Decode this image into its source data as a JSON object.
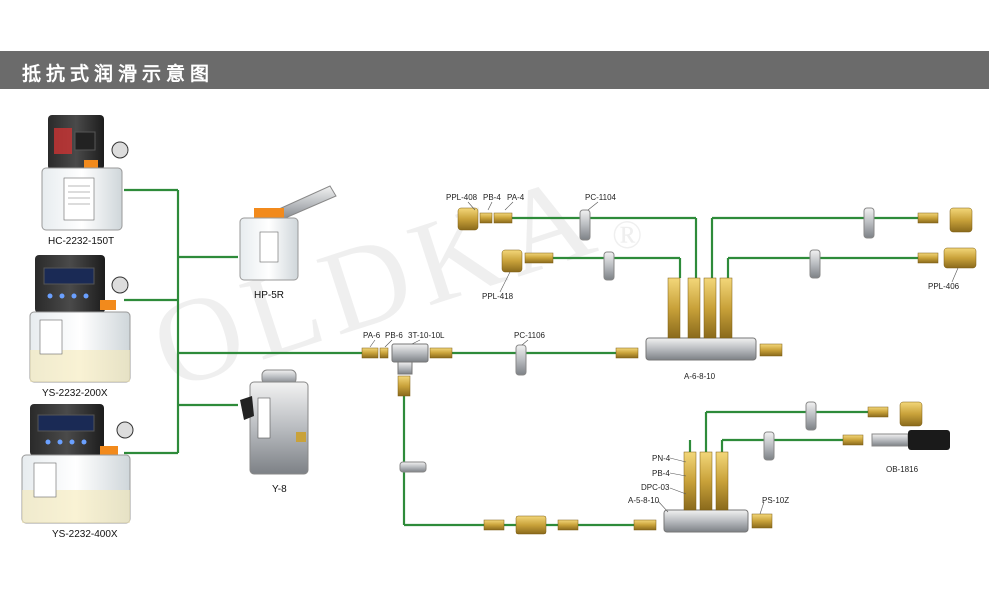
{
  "header": {
    "title": "抵抗式润滑示意图"
  },
  "watermark": "OLDKA",
  "watermark_mark": "®",
  "colors": {
    "pipe": "#2e8b3a",
    "header": "#6b6b6b",
    "brass": "#c9a23a",
    "pump_orange": "#f28a1c"
  },
  "pumps": [
    {
      "label": "HC-2232-150T"
    },
    {
      "label": "YS-2232-200X"
    },
    {
      "label": "YS-2232-400X"
    },
    {
      "label": "HP-5R"
    },
    {
      "label": "Y-8"
    }
  ],
  "parts": {
    "ppl408": "PPL-408",
    "pb4_top": "PB-4",
    "pa4_top": "PA-4",
    "pc1104": "PC-1104",
    "ppl418": "PPL-418",
    "ppl406": "PPL-406",
    "pa6": "PA-6",
    "pb6": "PB-6",
    "t3": "3T-10-10L",
    "pc1106": "PC-1106",
    "a6": "A-6-8-10",
    "pn4": "PN-4",
    "pb4_bot": "PB-4",
    "dpc03": "DPC-03",
    "a5": "A-5-8-10",
    "ps10z": "PS-10Z",
    "ob1816": "OB-1816"
  }
}
